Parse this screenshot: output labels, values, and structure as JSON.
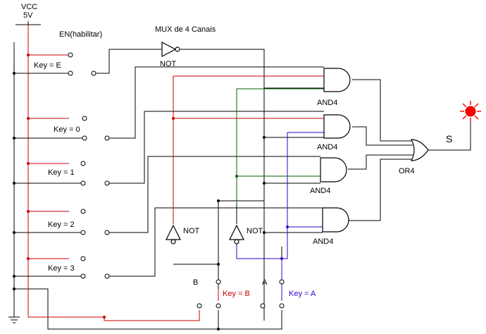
{
  "power": {
    "name": "VCC",
    "voltage": "5V"
  },
  "labels": {
    "enable": "EN(habilitar)",
    "title": "MUX de 4 Canais",
    "not": "NOT",
    "and4": "AND4",
    "or4": "OR4",
    "output": "S",
    "select_b": "B",
    "select_a": "A"
  },
  "switches": {
    "enable": "Key = E",
    "in0": "Key = 0",
    "in1": "Key = 1",
    "in2": "Key = 2",
    "in3": "Key = 3",
    "sel_b": "Key = B",
    "sel_a": "Key = A"
  },
  "colors": {
    "wire": "#000000",
    "vcc_wire": "#cc0000",
    "sel_b_wire": "#cc0000",
    "sel_a_wire": "#3300cc",
    "sel_b_inverted_wire": "#006600",
    "lamp": "#ff0000",
    "sel_b_label": "#cc0000",
    "sel_a_label": "#3300cc"
  }
}
